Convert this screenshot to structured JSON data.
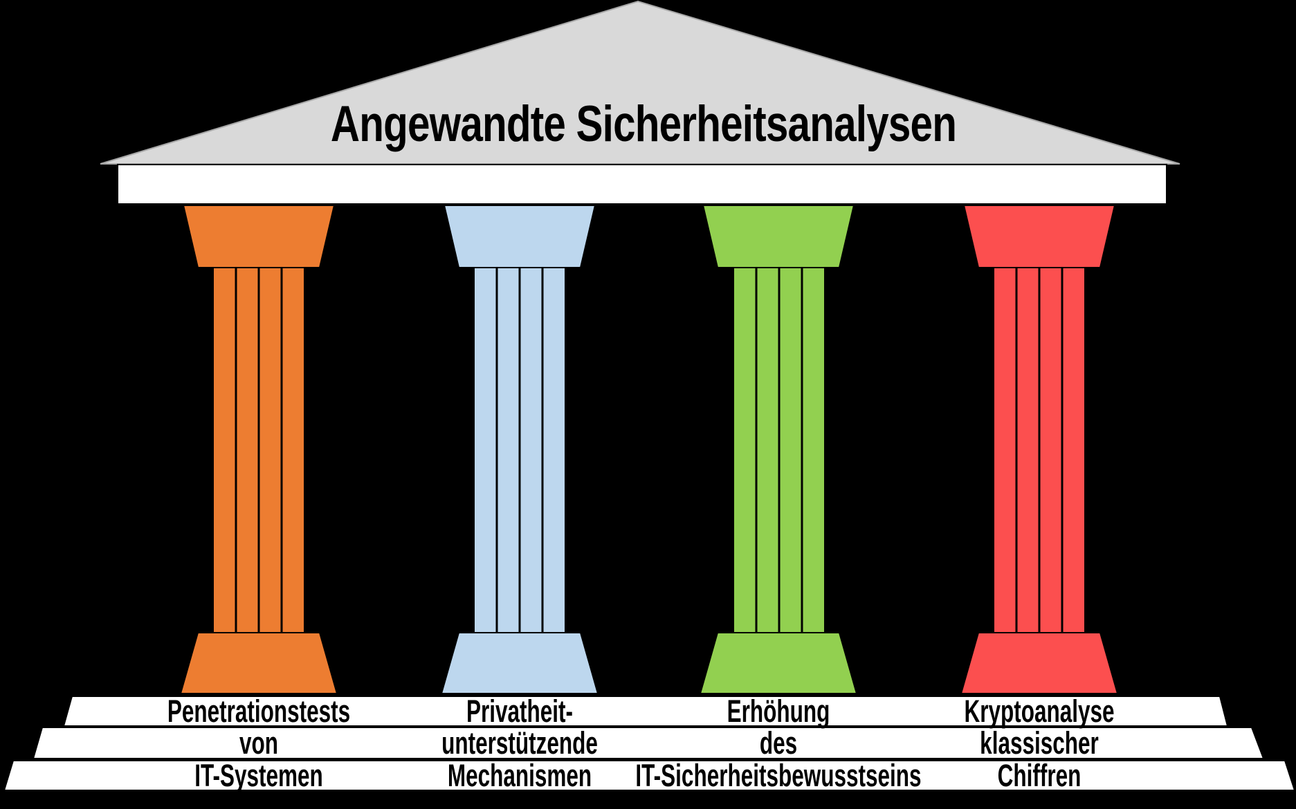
{
  "title": "Angewandte Sicherheitsanalysen",
  "colors": {
    "background": "#000000",
    "pediment": "#D9D9D9",
    "pediment_edge": "#A6A6A6",
    "beam": "#FFFFFF",
    "step": "#FFFFFF",
    "outline": "#000000",
    "text": "#000000"
  },
  "pillars": [
    {
      "topic": "penetration-tests",
      "color": "#ED7D31",
      "label_lines": [
        "Penetrationstests",
        "von",
        "IT-Systemen"
      ]
    },
    {
      "topic": "privacy-mechanisms",
      "color": "#BDD7EE",
      "label_lines": [
        "Privatheit-",
        "unterstützende",
        "Mechanismen"
      ]
    },
    {
      "topic": "security-awareness",
      "color": "#92D050",
      "label_lines": [
        "Erhöhung",
        "des",
        "IT-Sicherheitsbewusstseins"
      ]
    },
    {
      "topic": "cryptanalysis",
      "color": "#FC4F4F",
      "label_lines": [
        "Kryptoanalyse",
        "klassischer",
        "Chiffren"
      ]
    }
  ]
}
